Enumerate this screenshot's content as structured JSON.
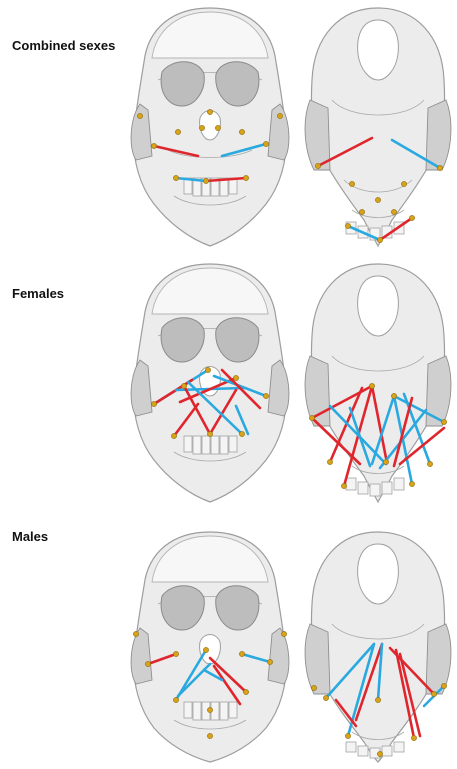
{
  "labels": {
    "combined": "Combined sexes",
    "females": "Females",
    "males": "Males"
  },
  "colors": {
    "increase": "#e0262d",
    "decrease": "#2aa9e0",
    "landmark": "#d9a21b"
  },
  "icons": [
    "frontal-skull-view",
    "inferior-skull-view"
  ]
}
